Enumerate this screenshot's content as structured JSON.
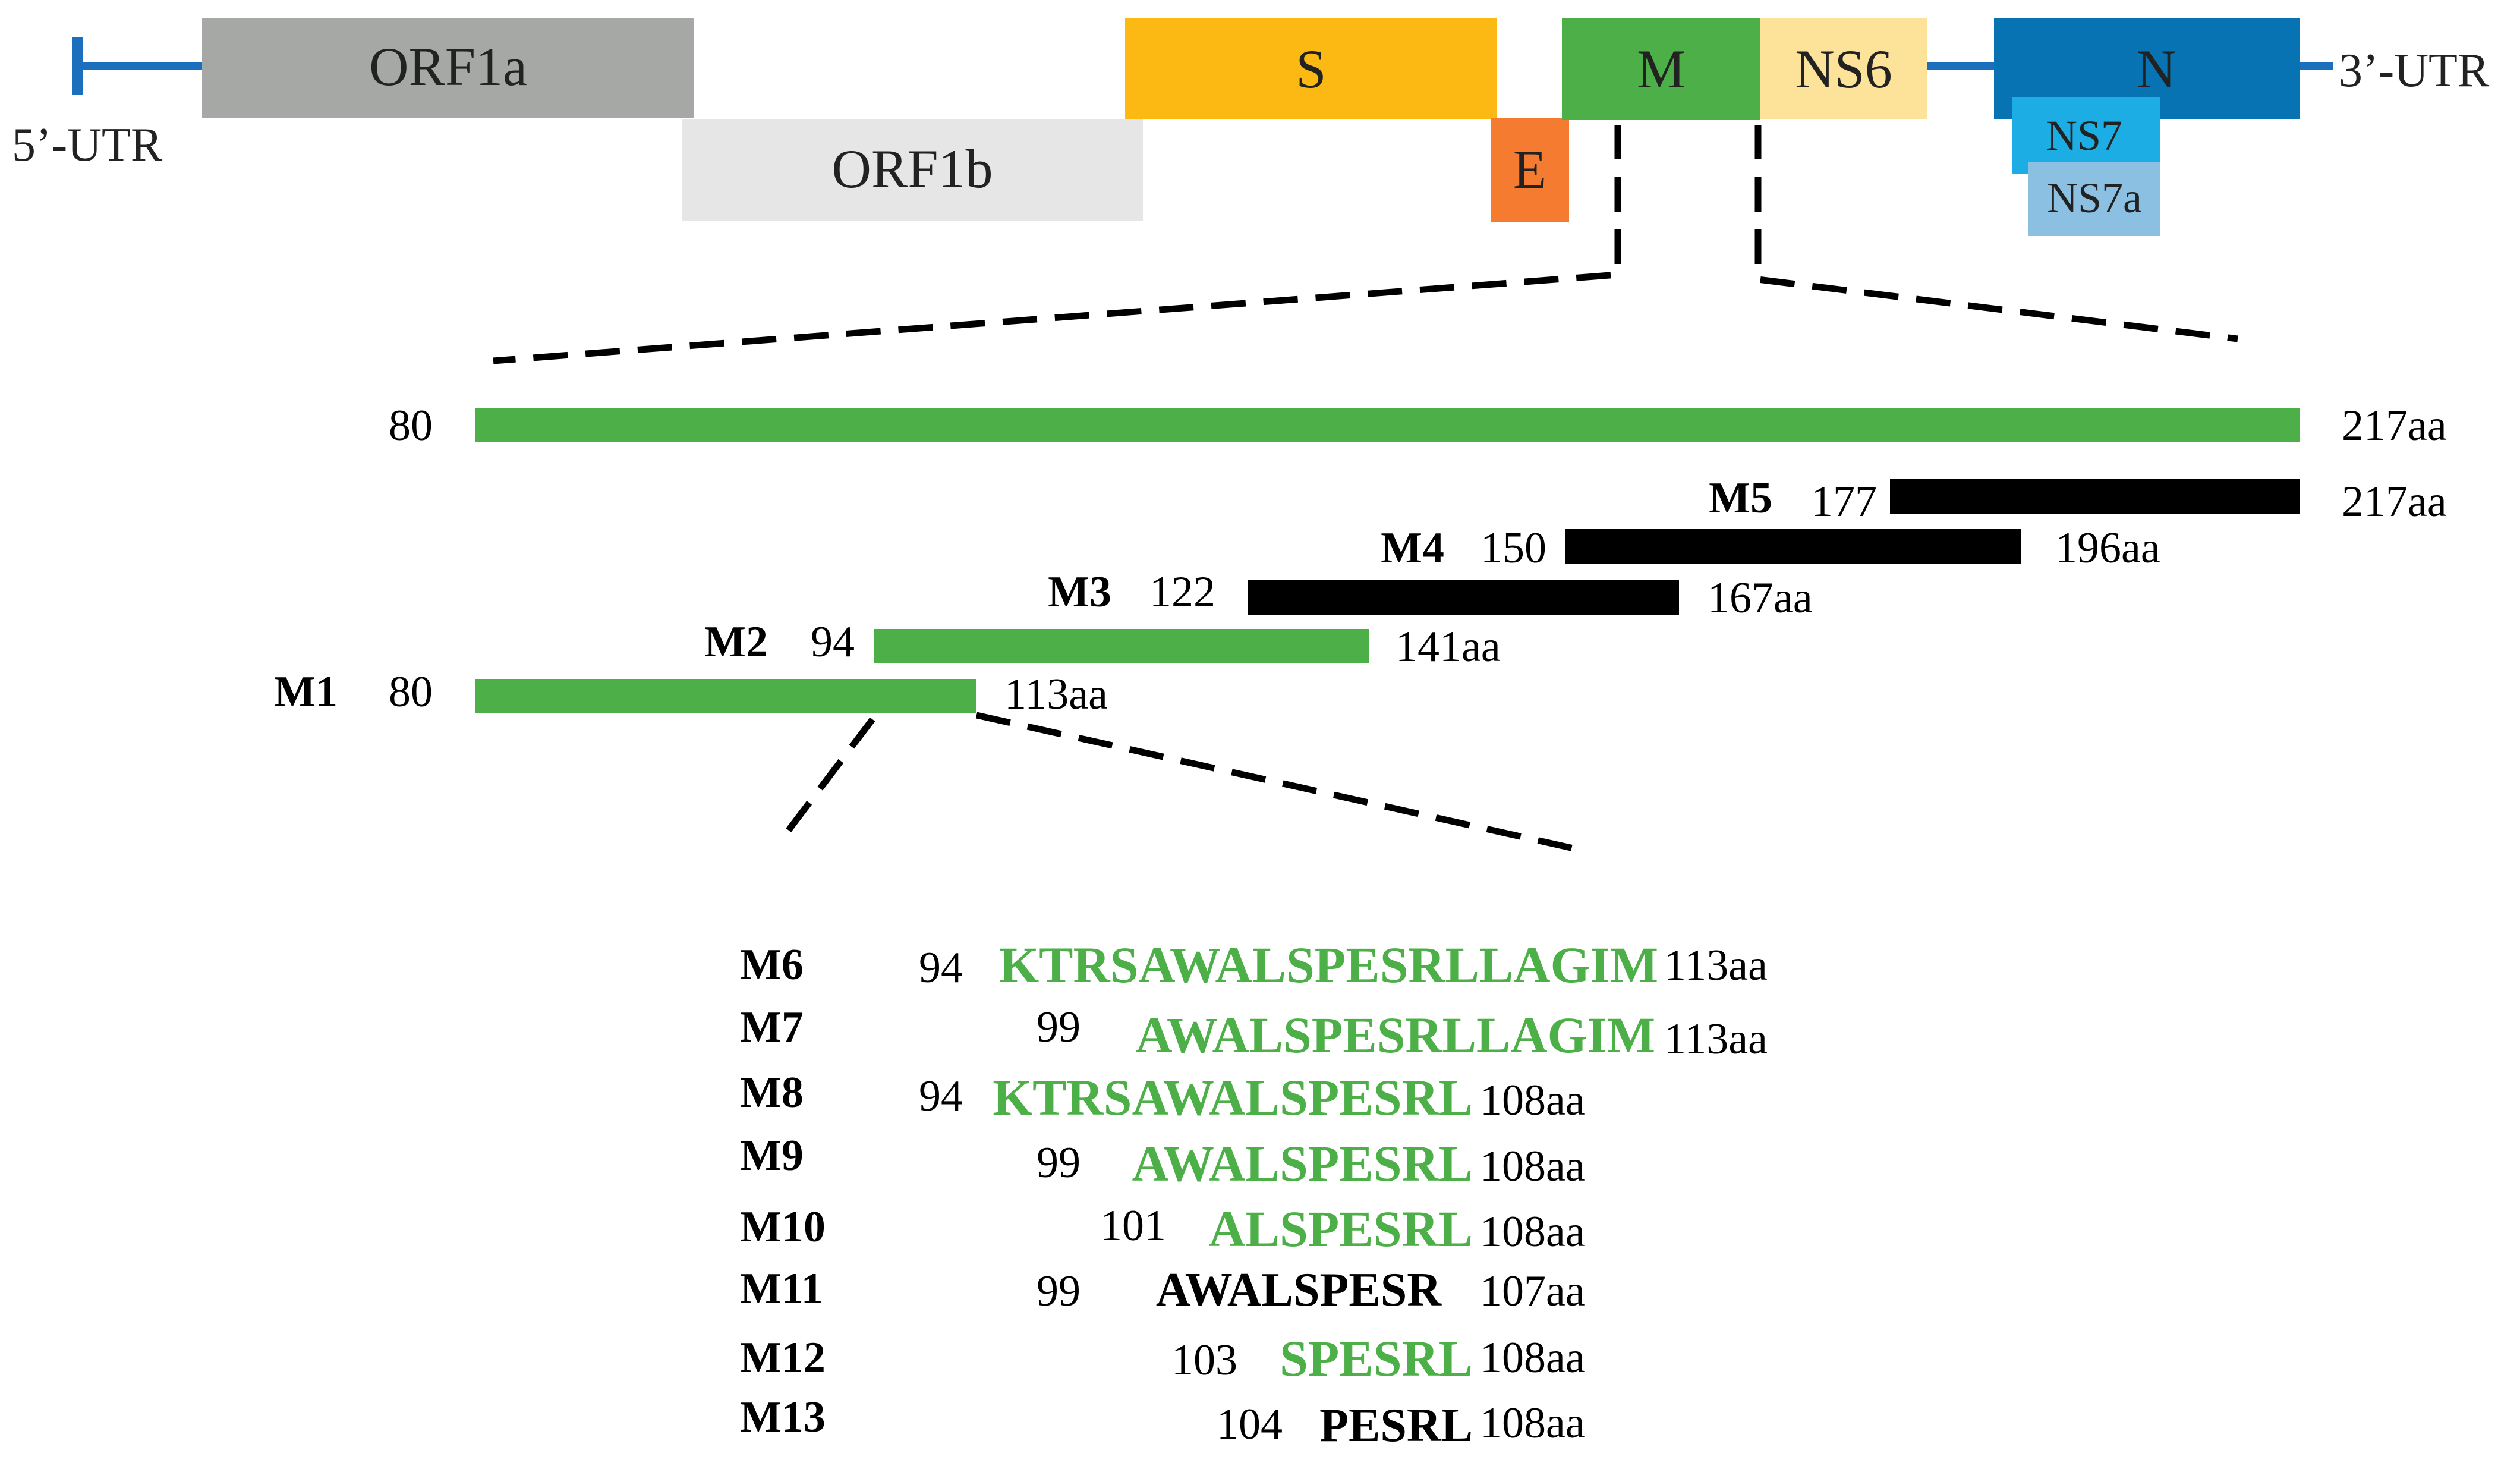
{
  "genome": {
    "utr5": "5’-UTR",
    "utr3": "3’-UTR",
    "genes": {
      "orf1a": {
        "label": "ORF1a",
        "color": "#A6A8A6"
      },
      "orf1b": {
        "label": "ORF1b",
        "color": "#E6E6E6"
      },
      "s": {
        "label": "S",
        "color": "#FDB913"
      },
      "e": {
        "label": "E",
        "color": "#F47B30"
      },
      "m": {
        "label": "M",
        "color": "#4DAF47"
      },
      "ns6": {
        "label": "NS6",
        "color": "#FDE29A"
      },
      "n": {
        "label": "N",
        "color": "#0873B3"
      },
      "ns7": {
        "label": "NS7",
        "color": "#1BADE4"
      },
      "ns7a": {
        "label": "NS7a",
        "color": "#8CC0E3"
      }
    }
  },
  "colors": {
    "green": "#4DAF47",
    "black": "#000000",
    "line": "#1C6FBD"
  },
  "m_protein": {
    "start": "80",
    "end": "217aa"
  },
  "fragments": {
    "m1": {
      "name": "M1",
      "start": "80",
      "end": "113aa"
    },
    "m2": {
      "name": "M2",
      "start": "94",
      "end": "141aa"
    },
    "m3": {
      "name": "M3",
      "start": "122",
      "end": "167aa"
    },
    "m4": {
      "name": "M4",
      "start": "150",
      "end": "196aa"
    },
    "m5": {
      "name": "M5",
      "start": "177",
      "end": "217aa"
    }
  },
  "peptides": {
    "m6": {
      "name": "M6",
      "start": "94",
      "seq": "KTRSAWALSPESRLLAGIM",
      "end": "113aa"
    },
    "m7": {
      "name": "M7",
      "start": "99",
      "seq": "AWALSPESRLLAGIM",
      "end": "113aa"
    },
    "m8": {
      "name": "M8",
      "start": "94",
      "seq": "KTRSAWALSPESRL",
      "end": "108aa"
    },
    "m9": {
      "name": "M9",
      "start": "99",
      "seq": "AWALSPESRL",
      "end": "108aa"
    },
    "m10": {
      "name": "M10",
      "start": "101",
      "seq": "ALSPESRL",
      "end": "108aa"
    },
    "m11": {
      "name": "M11",
      "start": "99",
      "seq": "AWALSPESR",
      "end": "107aa"
    },
    "m12": {
      "name": "M12",
      "start": "103",
      "seq": "SPESRL",
      "end": "108aa"
    },
    "m13": {
      "name": "M13",
      "start": "104",
      "seq": "PESRL",
      "end": "108aa"
    }
  }
}
